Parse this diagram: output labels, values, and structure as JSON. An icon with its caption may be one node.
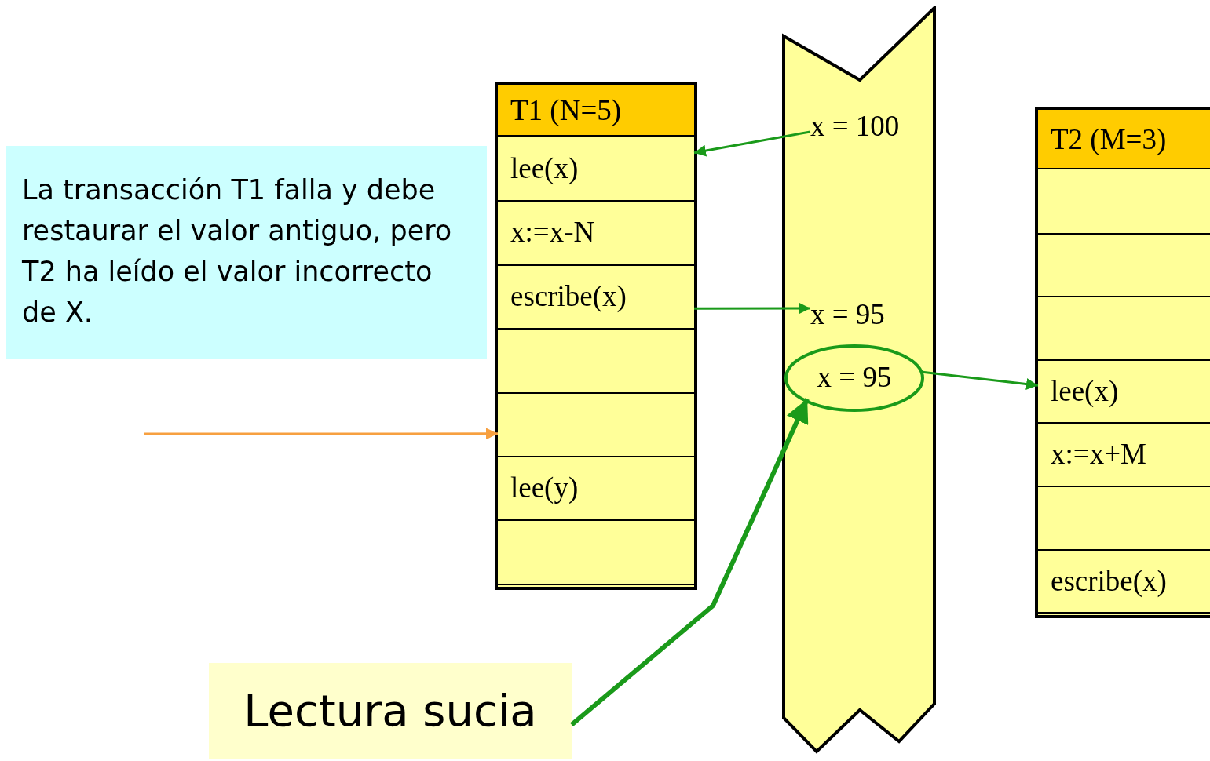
{
  "diagram": {
    "nodes": [
      {
        "text": [
          "T1 (N=5)"
        ]
      },
      {
        "text": [
          "lee(x)"
        ],
        "in": 0
      },
      {
        "text": [
          "x:=x-N"
        ],
        "in": 0
      },
      {
        "text": [
          "escribe(x)"
        ],
        "in": 0
      },
      {
        "text": [],
        "shape": "box",
        "in": 0
      },
      {
        "text": [],
        "shape": "box",
        "in": 0
      },
      {
        "text": [
          "lee(y)"
        ],
        "in": 0
      },
      {
        "text": [],
        "shape": "box",
        "in": 0
      },
      {
        "text": [],
        "shape": "band"
      },
      {
        "text": [
          "x = 100"
        ],
        "in": 8
      },
      {
        "text": [
          "x = 95"
        ],
        "in": 8
      },
      {
        "text": [
          "x = 95"
        ],
        "in": 8
      },
      {
        "text": [
          "T2 (M=3)"
        ]
      },
      {
        "text": [],
        "shape": "box",
        "in": 12
      },
      {
        "text": [],
        "shape": "box",
        "in": 12
      },
      {
        "text": [],
        "shape": "box",
        "in": 12
      },
      {
        "text": [
          "lee(x)"
        ],
        "in": 12
      },
      {
        "text": [
          "x:=x+M"
        ],
        "in": 12
      },
      {
        "text": [],
        "shape": "box",
        "in": 12
      },
      {
        "text": [
          "escribe(x)"
        ],
        "in": 12
      },
      {
        "text": [
          "La transacción T1 falla y debe restaurar el valor antiguo, pero T2 ha leído el valor incorrecto de X."
        ]
      },
      {
        "text": [
          "Lectura sucia"
        ]
      }
    ],
    "edges": [
      {
        "from": 9,
        "to": 1,
        "arrow": "to"
      },
      {
        "from": 3,
        "to": 10,
        "arrow": "to"
      },
      {
        "from": 11,
        "to": 16,
        "arrow": "to"
      },
      {
        "from": 21,
        "to": 11,
        "arrow": "to",
        "style": "thick"
      },
      {
        "from": null,
        "to": 5,
        "arrow": "to",
        "color": "#f7a040"
      }
    ]
  }
}
